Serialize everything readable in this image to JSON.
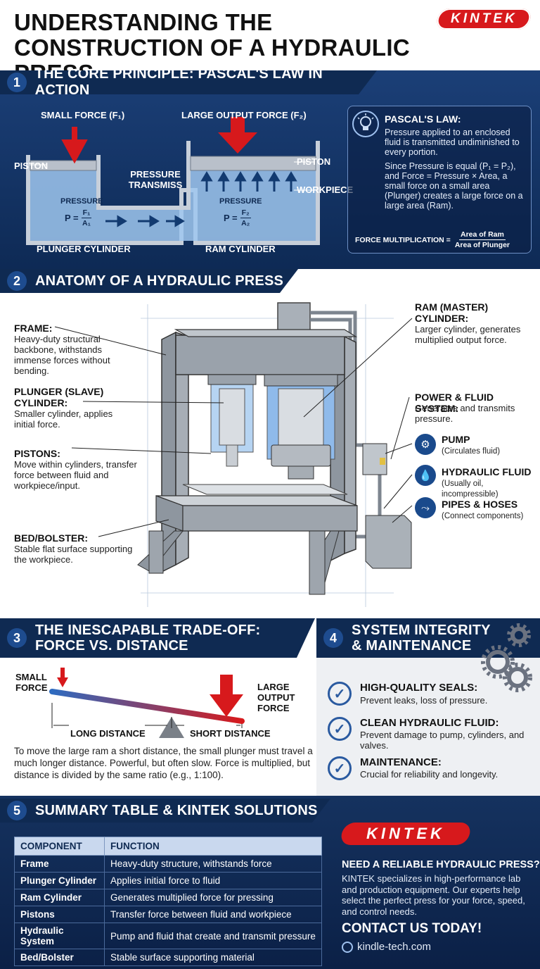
{
  "title": "UNDERSTANDING THE CONSTRUCTION OF A HYDRAULIC PRESS",
  "brand": "KINTEK",
  "sections": {
    "s1": {
      "num": "1",
      "heading": "THE CORE PRINCIPLE: PASCAL'S LAW IN ACTION",
      "small_force": "SMALL FORCE (F₁)",
      "large_force": "LARGE OUTPUT FORCE (F₂)",
      "piston_left": "PISTON",
      "piston_right": "PISTON",
      "pressure_transmiss": "PRESSURE TRANSMISS",
      "workpiece": "WORKPIECE",
      "pressure": "PRESSURE",
      "p_left": "P =",
      "f1": "F₁",
      "a1": "A₁",
      "f2": "F₂",
      "a2": "A₂",
      "plunger_cylinder": "PLUNGER CYLINDER",
      "ram_cylinder": "RAM CYLINDER",
      "pascal_title": "PASCAL'S LAW:",
      "pascal_text1": "Pressure applied to an enclosed fluid is transmitted undiminished to every portion.",
      "pascal_text2": "Since Pressure is equal (P₁ = P₂), and Force = Pressure × Area, a small force on a small area (Plunger) creates a large force on a large area (Ram).",
      "force_mult_label": "FORCE MULTIPLICATION =",
      "force_mult_top": "Area of Ram",
      "force_mult_bottom": "Area of Plunger",
      "icon": "lightbulb-icon"
    },
    "s2": {
      "num": "2",
      "heading": "ANATOMY OF A HYDRAULIC PRESS",
      "frame_t": "FRAME:",
      "frame_d": "Heavy-duty structural backbone, withstands immense forces without bending.",
      "plunger_t": "PLUNGER (SLAVE) CYLINDER:",
      "plunger_d": "Smaller cylinder, applies initial force.",
      "pistons_t": "PISTONS:",
      "pistons_d": "Move within cylinders, transfer force between fluid and workpiece/input.",
      "bed_t": "BED/BOLSTER:",
      "bed_d": "Stable flat surface supporting the workpiece.",
      "ram_t": "RAM (MASTER) CYLINDER:",
      "ram_d": "Larger cylinder, generates multiplied output force.",
      "power_t": "POWER & FLUID SYSTEM:",
      "power_d": "Generates and transmits pressure.",
      "pump_t": "PUMP",
      "pump_d": "(Circulates fluid)",
      "fluid_t": "HYDRAULIC FLUID",
      "fluid_d": "(Usually oil, incompressible)",
      "pipes_t": "PIPES & HOSES",
      "pipes_d": "(Connect components)"
    },
    "s3": {
      "num": "3",
      "heading_l1": "THE INESCAPABLE TRADE-OFF:",
      "heading_l2": "FORCE VS. DISTANCE",
      "small_force": "SMALL FORCE",
      "large_force": "LARGE OUTPUT FORCE",
      "long_distance": "LONG DISTANCE",
      "short_distance": "SHORT DISTANCE",
      "para": "To move the large ram a short distance, the small plunger must travel a much longer distance. Powerful, but often slow. Force is multiplied, but distance is divided by the same ratio (e.g., 1:100)."
    },
    "s4": {
      "num": "4",
      "heading_l1": "SYSTEM INTEGRITY",
      "heading_l2": "& MAINTENANCE",
      "items": [
        {
          "t": "HIGH-QUALITY SEALS:",
          "d": "Prevent leaks, loss of pressure."
        },
        {
          "t": "CLEAN HYDRAULIC FLUID:",
          "d": "Prevent damage to pump, cylinders, and valves."
        },
        {
          "t": "MAINTENANCE:",
          "d": "Crucial for reliability and longevity."
        }
      ]
    },
    "s5": {
      "num": "5",
      "heading": "SUMMARY TABLE & KINTEK SOLUTIONS",
      "table_headers": [
        "COMPONENT",
        "FUNCTION"
      ],
      "rows": [
        [
          "Frame",
          "Heavy-duty structure, withstands force"
        ],
        [
          "Plunger Cylinder",
          "Applies initial force to fluid"
        ],
        [
          "Ram Cylinder",
          "Generates multiplied force for pressing"
        ],
        [
          "Pistons",
          "Transfer force between fluid and workpiece"
        ],
        [
          "Hydraulic System",
          "Pump and fluid that create and transmit pressure"
        ],
        [
          "Bed/Bolster",
          "Stable surface supporting material"
        ]
      ],
      "need": "NEED A RELIABLE HYDRAULIC PRESS?",
      "need_text": "KINTEK specializes in high-performance lab and production equipment. Our experts help select the perfect press for your force, speed, and control needs.",
      "contact": "CONTACT US TODAY!",
      "site": "kindle-tech.com"
    }
  },
  "colors": {
    "navy": "#0f2a52",
    "red": "#d7191c",
    "blue": "#1a4a8c"
  }
}
